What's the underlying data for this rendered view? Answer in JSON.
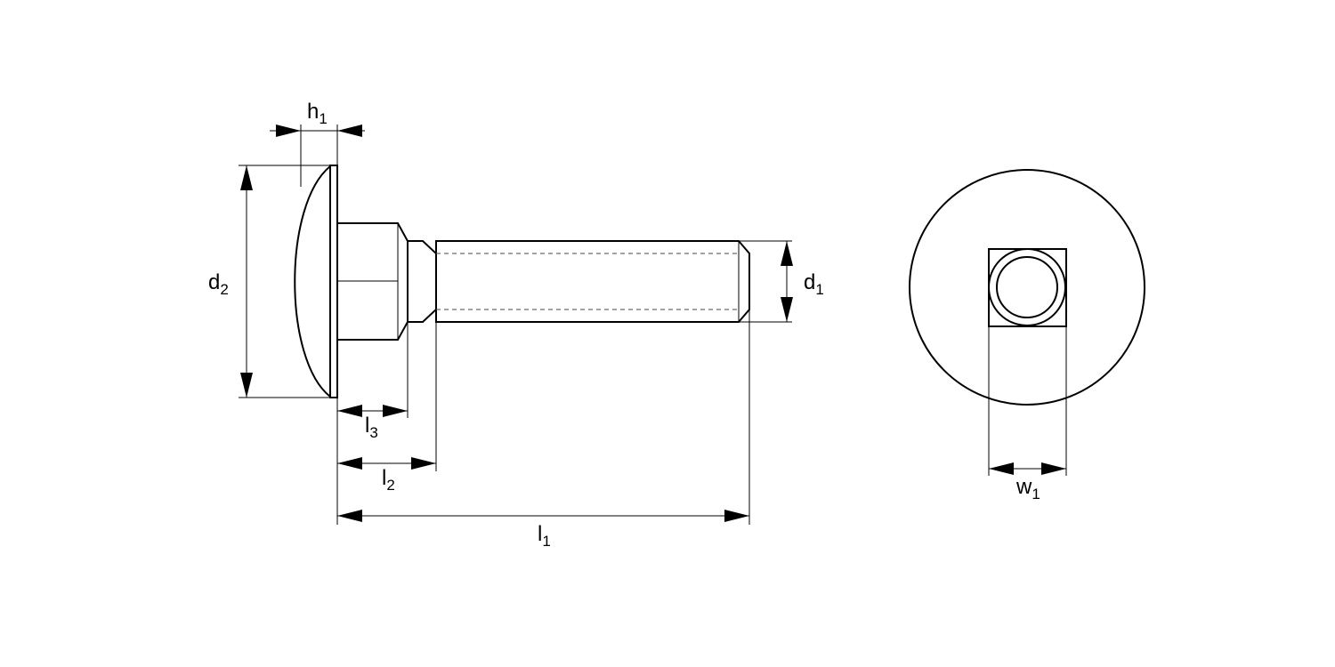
{
  "labels": {
    "h1": {
      "base": "h",
      "sub": "1"
    },
    "d2": {
      "base": "d",
      "sub": "2"
    },
    "d1": {
      "base": "d",
      "sub": "1"
    },
    "l3": {
      "base": "l",
      "sub": "3"
    },
    "l2": {
      "base": "l",
      "sub": "2"
    },
    "l1": {
      "base": "l",
      "sub": "1"
    },
    "w1": {
      "base": "w",
      "sub": "1"
    }
  },
  "colors": {
    "line": "#000000",
    "background": "#ffffff"
  }
}
